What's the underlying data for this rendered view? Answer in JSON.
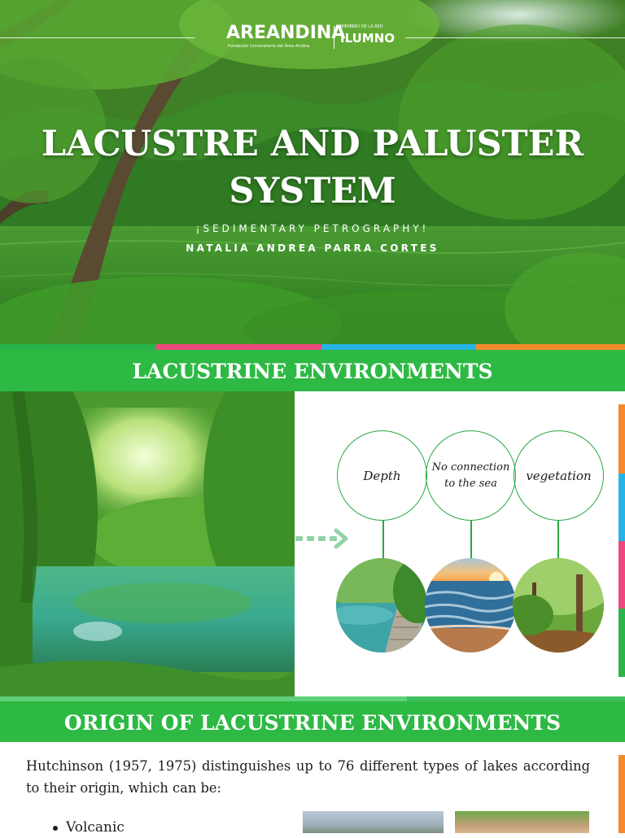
{
  "hero": {
    "logo_main": "AREANDINA",
    "logo_tagline": "Fundación Universitaria del Área Andina",
    "logo_sub_small": "MIEMBRO DE LA RED",
    "logo_sub": "ILUMNO",
    "title": "LACUSTRE AND PALUSTER SYSTEM",
    "subtitle": "¡SEDIMENTARY PETROGRAPHY!",
    "author": "NATALIA ANDREA PARRA CORTES"
  },
  "colors": {
    "banner_green": "#2db944",
    "strip": [
      "#29b34a",
      "#ee4a7c",
      "#27b3e6",
      "#f58a2a"
    ],
    "side_bar": [
      "#f58a2a",
      "#27b3e6",
      "#ee4a7c",
      "#29b34a"
    ],
    "circle_stroke": "#2aa845"
  },
  "section_lacustrine": {
    "heading": "LACUSTRINE ENVIRONMENTS",
    "features": [
      "Depth",
      "No connection to the sea",
      "vegetation"
    ],
    "thumbnails": [
      "lake-walkway-photo",
      "sea-sunset-photo",
      "forest-photo"
    ]
  },
  "section_origin": {
    "heading": "ORIGIN OF LACUSTRINE ENVIRONMENTS",
    "paragraph": "Hutchinson (1957, 1975) distinguishes up to 76 different types of lakes according to their  origin, which can be:",
    "origin_types": [
      "Volcanic"
    ]
  }
}
